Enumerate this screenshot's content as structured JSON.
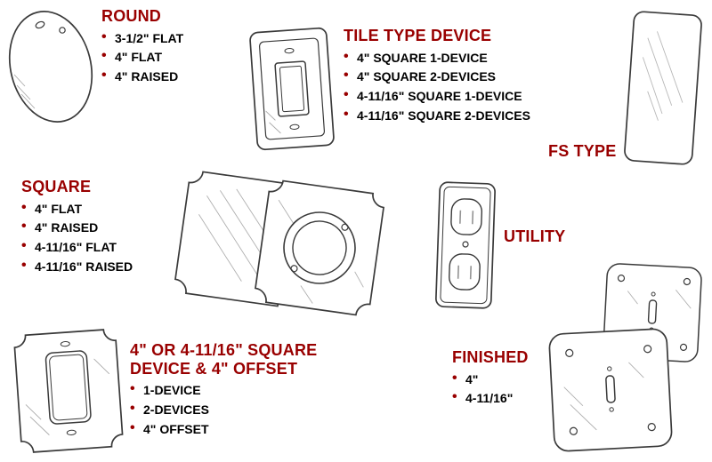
{
  "colors": {
    "heading": "#990000",
    "bullet": "#990000",
    "text": "#000000",
    "line": "#3a3a3a",
    "background": "#ffffff"
  },
  "sections": {
    "round": {
      "title": "ROUND",
      "items": [
        "3-1/2\" FLAT",
        "4\" FLAT",
        "4\" RAISED"
      ]
    },
    "tile_type_device": {
      "title": "TILE TYPE DEVICE",
      "items": [
        "4\" SQUARE 1-DEVICE",
        "4\" SQUARE 2-DEVICES",
        "4-11/16\" SQUARE 1-DEVICE",
        "4-11/16\" SQUARE 2-DEVICES"
      ]
    },
    "fs_type": {
      "title": "FS TYPE"
    },
    "square": {
      "title": "SQUARE",
      "items": [
        "4\" FLAT",
        "4\" RAISED",
        "4-11/16\" FLAT",
        "4-11/16\" RAISED"
      ]
    },
    "utility": {
      "title": "UTILITY"
    },
    "square_device": {
      "title_lines": [
        "4\" OR 4-11/16\" SQUARE",
        "DEVICE & 4\" OFFSET"
      ],
      "items": [
        "1-DEVICE",
        "2-DEVICES",
        "4\" OFFSET"
      ]
    },
    "finished": {
      "title": "FINISHED",
      "items": [
        "4\"",
        "4-11/16\""
      ]
    }
  },
  "illustrations": {
    "round": "round blank cover plate",
    "tile_type_device": "tile type device raised cover",
    "fs_type": "FS blank cover plate",
    "square": "square flat cover and square cover with round raised ring",
    "utility": "utility duplex receptacle cover",
    "square_device": "square device cover with rectangular opening",
    "finished": "two finished square covers with toggle switch openings"
  }
}
